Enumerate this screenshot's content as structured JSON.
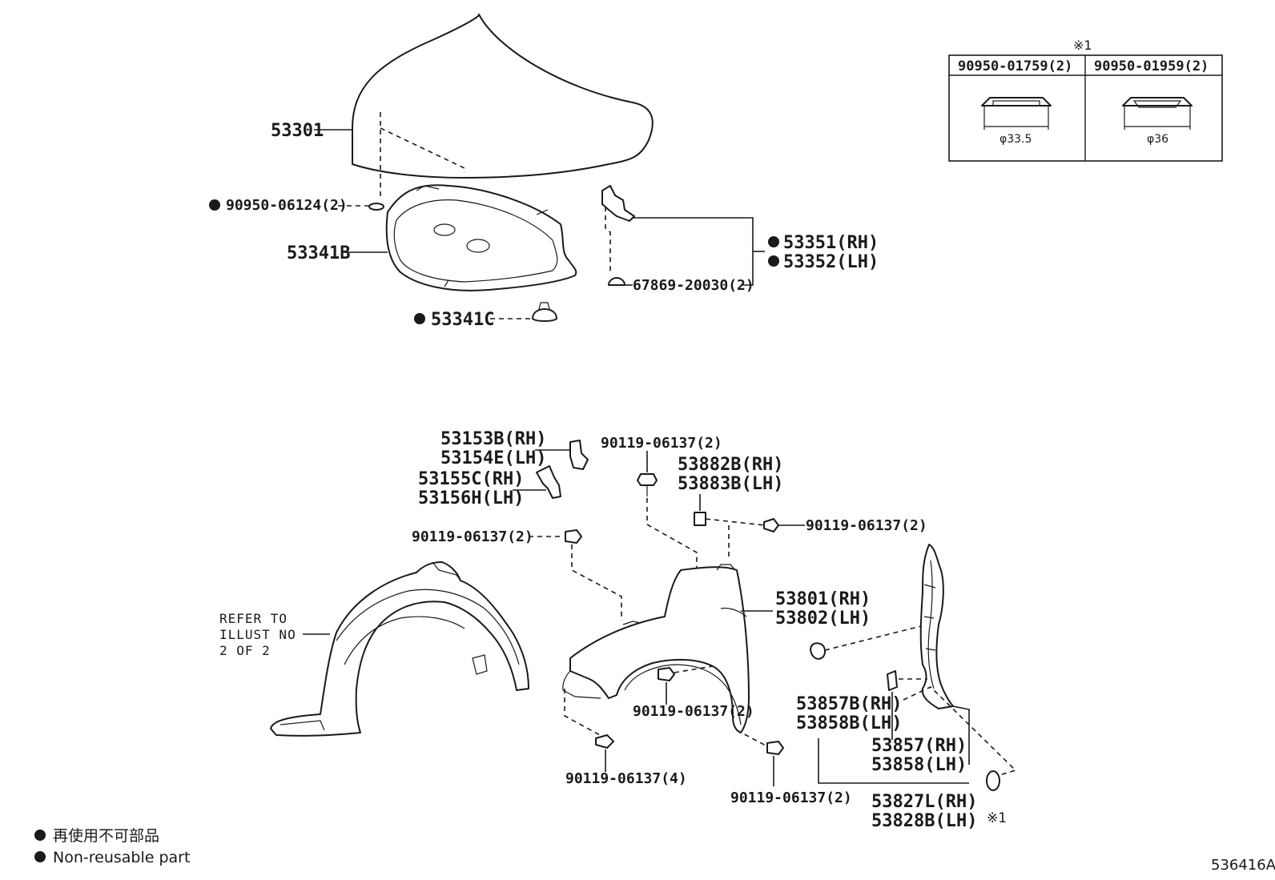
{
  "parts": {
    "hood": "53301",
    "hood_clip": "90950-06124(2)",
    "insulator": "53341B",
    "insulator_clip": "53341C",
    "hinge_rh": "53351(RH)",
    "hinge_lh": "53352(LH)",
    "hinge_clip": "67869-20030(2)",
    "bracket_a_rh": "53153B(RH)",
    "bracket_a_lh": "53154E(LH)",
    "bracket_b_rh": "53155C(RH)",
    "bracket_b_lh": "53156H(LH)",
    "bolt_top": "90119-06137(2)",
    "bolt_left": "90119-06137(2)",
    "bolt_right": "90119-06137(2)",
    "nut_rh": "53882B(RH)",
    "nut_lh": "53883B(LH)",
    "fender_rh": "53801(RH)",
    "fender_lh": "53802(LH)",
    "bolt_mid": "90119-06137(2)",
    "bolt_bottom_left": "90119-06137(4)",
    "bolt_bottom_right": "90119-06137(2)",
    "seal_a_rh": "53857B(RH)",
    "seal_a_lh": "53858B(LH)",
    "seal_b_rh": "53857(RH)",
    "seal_b_lh": "53858(LH)",
    "panel_rh": "53827L(RH)",
    "panel_lh": "53828B(LH)",
    "clip_mark": "※1"
  },
  "refer": {
    "line1": "REFER TO",
    "line2": "ILLUST NO",
    "line3": "2 OF 2"
  },
  "clip_table": {
    "mark": "※1",
    "col1_part": "90950-01759(2)",
    "col1_dim": "φ33.5",
    "col2_part": "90950-01959(2)",
    "col2_dim": "φ36"
  },
  "legend": {
    "jp": "再使用不可部品",
    "en": "Non-reusable part"
  },
  "illustration_id": "536416A"
}
